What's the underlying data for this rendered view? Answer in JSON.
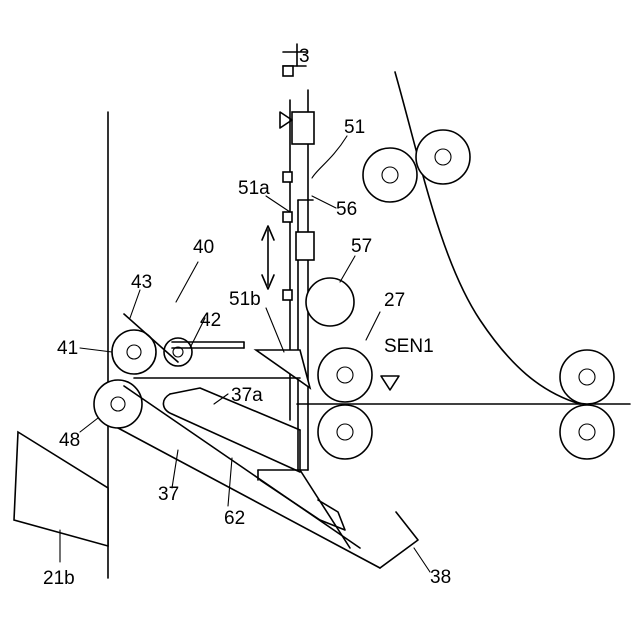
{
  "figure": {
    "labels": {
      "sheet_mark": "3",
      "sensor_unit_51": "51",
      "part_51a": "51a",
      "part_56": "56",
      "part_40": "40",
      "part_43": "43",
      "part_57": "57",
      "part_51b": "51b",
      "part_42": "42",
      "part_27": "27",
      "part_41": "41",
      "sen1": "SEN1",
      "part_37a": "37a",
      "part_48": "48",
      "part_37": "37",
      "part_62": "62",
      "part_21b": "21b",
      "part_38": "38"
    }
  }
}
